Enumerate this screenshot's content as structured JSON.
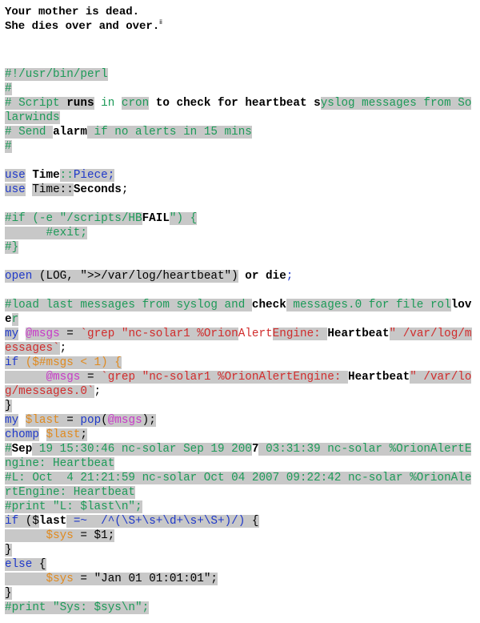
{
  "heading": {
    "line1": "Your mother is dead.",
    "line2": "She dies over and over.",
    "footnote": "ii"
  },
  "code": {
    "shebang": "#!/usr/bin/perl",
    "hash": "#",
    "comment_script_a": "# Script ",
    "comment_script_runs": "runs",
    "comment_script_in": " in ",
    "comment_script_cron": "cron",
    "comment_script_to": " to check for heartbeat s",
    "comment_script_syslog": "yslog messages from Solarwinds",
    "comment_send_a": "# Send ",
    "comment_send_alarm": "alarm",
    "comment_send_b": " if no alerts in 15 mins",
    "use1_kw": "use",
    "use1_mod": "Time",
    "use1_sep": "::",
    "use1_sub": "Piece;",
    "use2_kw": "use",
    "use2_mod": "Time::",
    "use2_sub": "Seconds",
    "use2_end": ";",
    "if_fail_a": "#if (-e \"/scripts/HB",
    "if_fail_b": "FAIL",
    "if_fail_c": "\") {",
    "exit": "#exit;",
    "close_comment": "#}",
    "open_kw": "open",
    "open_args": " (LOG, \">>/var/log/heartbeat\")",
    "open_or": " or die",
    "open_end": ";",
    "load_a": "#load last messages from syslog and ",
    "load_check": "check",
    "load_b": " messages.0 for file rol",
    "load_love": "love",
    "load_r": "r",
    "my_kw": "my",
    "msgs_var": "@msgs",
    "assign": " = ",
    "grep1_a": "`grep \"nc-solar1 %Orion",
    "grep1_alert": "Alert",
    "grep1_b": "Engine: ",
    "grep1_heartbeat": "Heartbeat",
    "grep1_c": "\" /var/log/messages`",
    "grep1_end": ";",
    "if_kw": "if",
    "if_cond": " ($#msgs < 1) {",
    "grep2_a": "`grep \"nc-solar1 %OrionAlertEngine: ",
    "grep2_heartbeat": "Heartbeat",
    "grep2_b": "\" /var/log/messages.0`",
    "brace_close": "}",
    "last_var": "$last",
    "pop_kw": "pop",
    "chomp_kw": "chomp",
    "sep_comment_a": "#",
    "sep_comment_b": "Sep",
    "sep_comment_c": " 19 15:30:46 nc-solar Sep 19 200",
    "sep_comment_d": "7",
    "sep_comment_e": " 03:31:39 nc-solar %OrionAlertEngine: Heartbeat",
    "l_comment": "#L: Oct  4 21:21:59 nc-solar Oct 04 2007 09:22:42 nc-solar %OrionAlertEngine: Heartbeat",
    "print_l": "#print \"L: $last\\n\";",
    "if2_open": " ($",
    "if2_last": "last",
    "if2_match": " =~  /^(\\S+\\s+\\d+\\s+\\S+)/)",
    "if2_brace": " {",
    "sys_var": "$sys",
    "sys_assign": " = $1;",
    "else_kw": "else",
    "else_brace": " {",
    "sys_default": "\"Jan 01 01:01:01\"",
    "print_sys": "#print \"Sys: $sys\\n\";"
  }
}
